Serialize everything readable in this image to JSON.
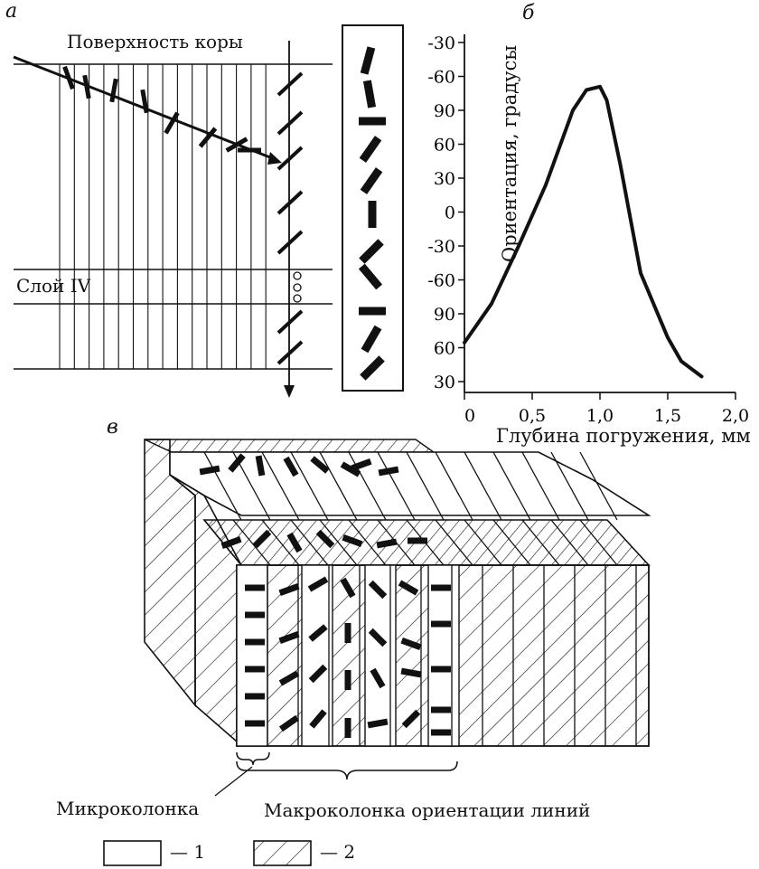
{
  "panel_a": {
    "letter": "а",
    "surface_label": "Поверхность коры",
    "layer_label": "Слой IV"
  },
  "panel_b": {
    "letter": "б",
    "xlabel": "Глубина погружения, мм",
    "ylabel": "Ориентация, градусы"
  },
  "panel_c": {
    "letter": "в",
    "micro_label": "Микроколонка",
    "macro_label": "Макроколонка ориентации линий",
    "legend": [
      {
        "text": "— 1"
      },
      {
        "text": "— 2"
      }
    ]
  },
  "chart_data": {
    "type": "line",
    "xlabel": "Глубина погружения, мм",
    "ylabel": "Ориентация, градусы",
    "xlim": [
      0,
      2.0
    ],
    "x_ticks": [
      "0",
      "0,5",
      "1,0",
      "1,5",
      "2,0"
    ],
    "x_tick_values": [
      0,
      0.5,
      1.0,
      1.5,
      2.0
    ],
    "y_ticks": [
      "30",
      "60",
      "90",
      "-60",
      "-30",
      "0",
      "30",
      "60",
      "90",
      "-60",
      "-30"
    ],
    "series": [
      {
        "x": [
          0,
          0.2,
          0.4,
          0.6,
          0.8,
          0.9,
          1.0,
          1.05,
          1.15,
          1.3,
          1.5,
          1.6,
          1.75
        ],
        "y_level": [
          1.15,
          2.3,
          4.0,
          5.8,
          8.0,
          8.6,
          8.7,
          8.3,
          6.4,
          3.2,
          1.3,
          0.6,
          0.15
        ]
      }
    ]
  }
}
